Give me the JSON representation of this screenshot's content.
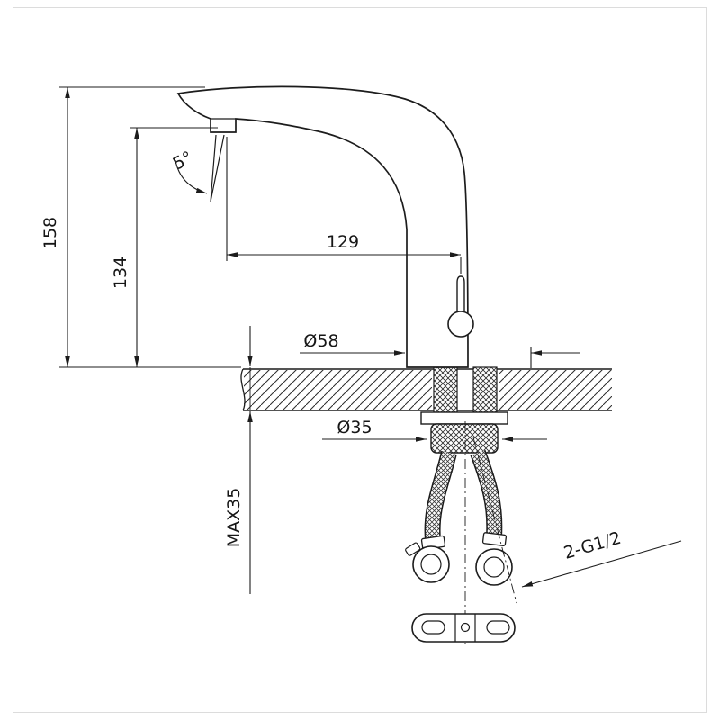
{
  "page": {
    "background_color": "#ffffff",
    "line_color": "#1c1c1c",
    "frame_color": "#dcdcdc"
  },
  "drawing": {
    "labels": {
      "total_height": "158",
      "spout_height": "134",
      "spout_reach": "129",
      "spout_angle": "5°",
      "base_diameter": "Ø58",
      "hole_diameter": "Ø35",
      "max_counter_thickness": "MAX35",
      "inlet_connection": "2-G1/2"
    }
  }
}
